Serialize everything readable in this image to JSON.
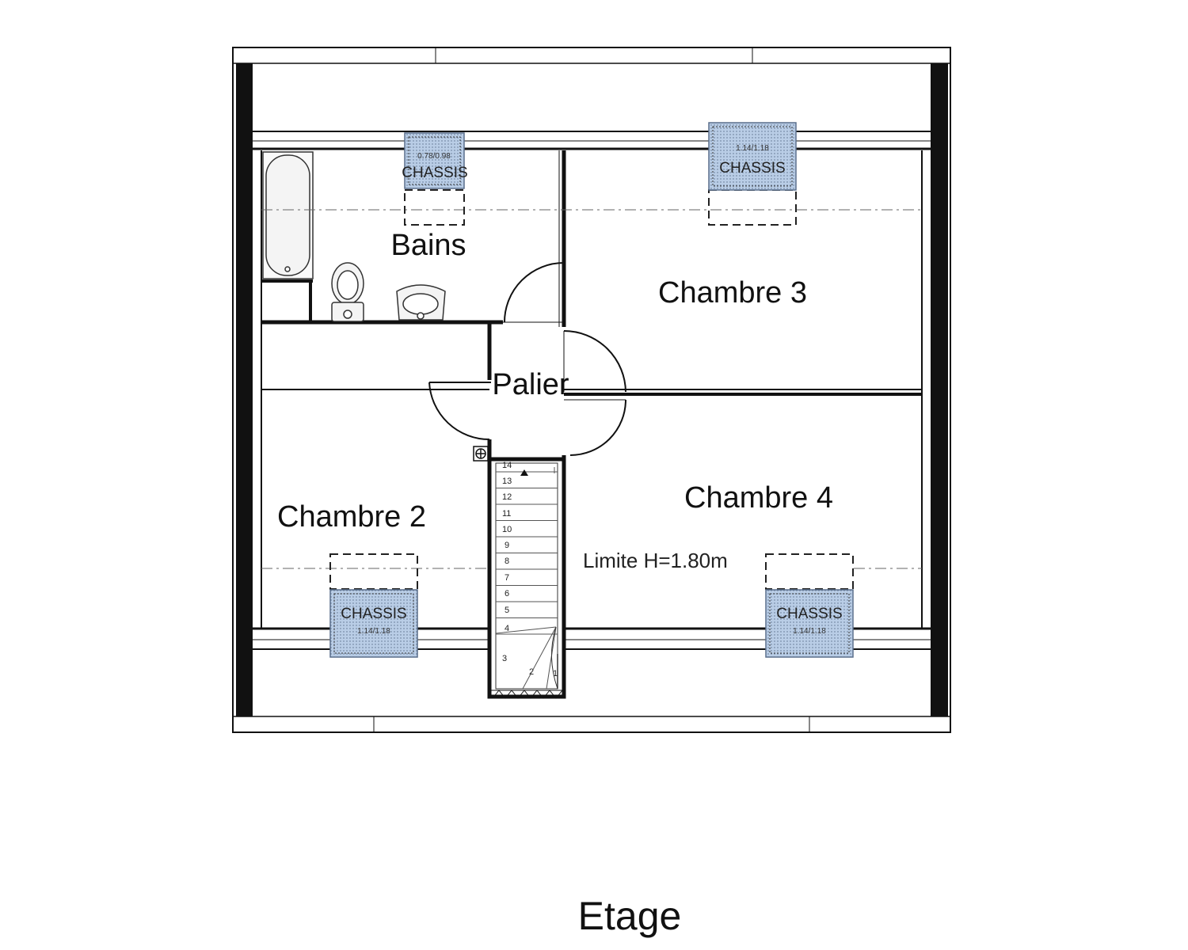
{
  "plan": {
    "rooms": {
      "bains": "Bains",
      "chambre3": "Chambre 3",
      "palier": "Palier",
      "chambre2": "Chambre 2",
      "chambre4": "Chambre 4"
    },
    "limit_label": "Limite H=1.80m",
    "chassis_label": "CHASSIS",
    "chassis_dims": {
      "bains": "0.78/0.98",
      "chambre3": "1.14/1.18",
      "chambre2": "1.14/1.18",
      "chambre4": "1.14/1.18"
    },
    "stair_steps": [
      "1",
      "2",
      "3",
      "4",
      "5",
      "6",
      "7",
      "8",
      "9",
      "10",
      "11",
      "12",
      "13",
      "14"
    ],
    "colors": {
      "wall": "#111111",
      "chassis_fill": "#b9cde6",
      "line": "#222222"
    }
  },
  "footer": {
    "title": "Etage"
  }
}
